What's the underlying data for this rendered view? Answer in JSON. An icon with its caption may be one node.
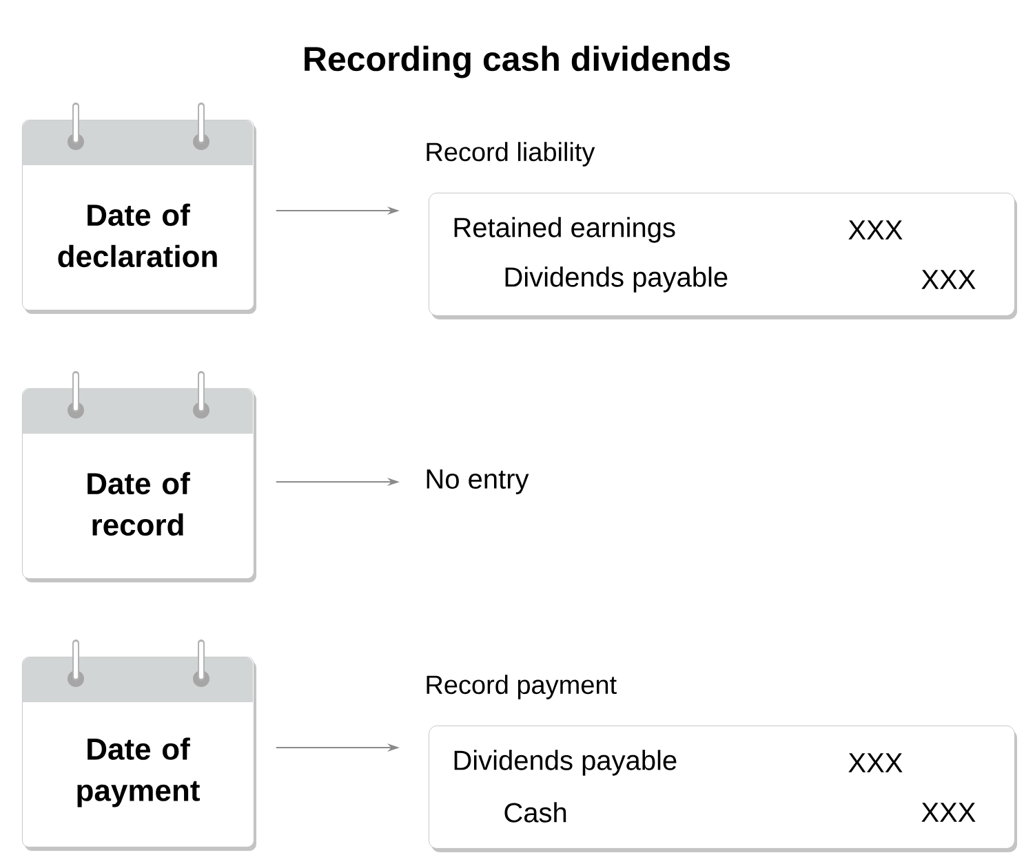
{
  "diagram": {
    "title": "Recording cash dividends",
    "nodes": [
      {
        "text": [
          "Date of declaration"
        ]
      },
      {
        "text": [
          "Record liability",
          "Retained earnings",
          "XXX",
          "Dividends payable",
          "XXX"
        ]
      },
      {
        "text": [
          "Date of record"
        ]
      },
      {
        "text": [
          "No entry"
        ]
      },
      {
        "text": [
          "Date of payment"
        ]
      },
      {
        "text": [
          "Record payment",
          "Dividends payable",
          "XXX",
          "Cash",
          "XXX"
        ]
      }
    ],
    "edges": [
      {
        "from": 0,
        "to": 1,
        "arrow": "to"
      },
      {
        "from": 2,
        "to": 3,
        "arrow": "to"
      },
      {
        "from": 4,
        "to": 5,
        "arrow": "to"
      }
    ]
  }
}
